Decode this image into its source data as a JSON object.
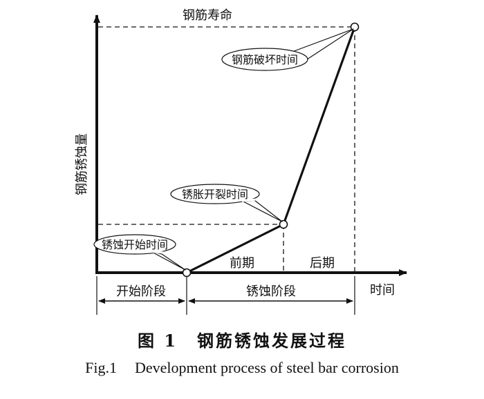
{
  "diagram": {
    "y_axis_label": "钢筋锈蚀量",
    "x_axis_label": "时间",
    "top_label": "钢筋寿命",
    "callouts": {
      "corrosion_start": "锈蚀开始时间",
      "crack_time": "锈胀开裂时间",
      "failure_time": "钢筋破坏时间"
    },
    "phase_labels": {
      "early": "前期",
      "late": "后期"
    },
    "spans": {
      "initiation": "开始阶段",
      "corrosion": "锈蚀阶段"
    }
  },
  "caption": {
    "zh_figure_no": "图 1",
    "zh_title": "钢筋锈蚀发展过程",
    "en_figure_no": "Fig.1",
    "en_title": "Development process of steel bar corrosion"
  },
  "colors": {
    "ink": "#111111",
    "background": "#ffffff"
  }
}
